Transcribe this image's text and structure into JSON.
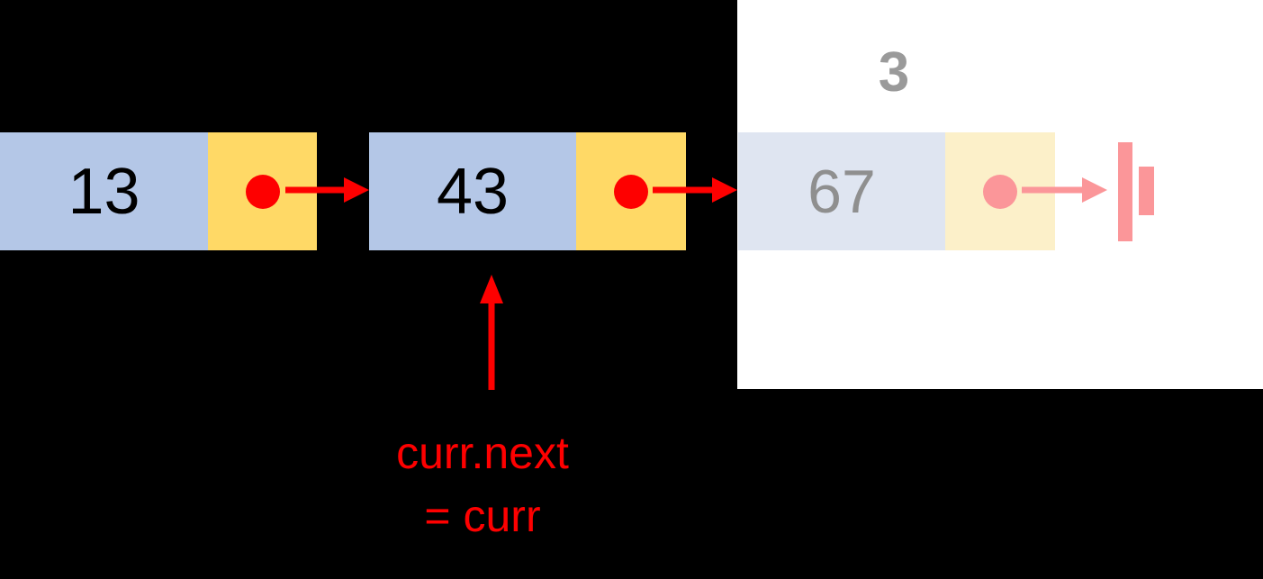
{
  "diagram": {
    "type": "singly-linked-list",
    "count_label": "3",
    "nodes": [
      {
        "value": "13",
        "state": "active",
        "pointer": "next-arrow"
      },
      {
        "value": "43",
        "state": "current",
        "pointer": "next-arrow"
      },
      {
        "value": "67",
        "state": "faded",
        "pointer": "null-terminator"
      }
    ],
    "annotation": {
      "line1": "curr.next",
      "line2": "= curr",
      "target_node_value": "43"
    }
  },
  "colors": {
    "background": "#000000",
    "panel": "#ffffff",
    "node_value_bg": "#b4c7e7",
    "node_pointer_bg": "#ffd966",
    "accent_red": "#fe0000",
    "faded_value_bg": "#dfe5f1",
    "faded_pointer_bg": "#fcf0c9",
    "faded_red": "#fb9699",
    "value_text": "#000000",
    "faded_value_text": "#8f8f8f",
    "count_text": "#9a9a9a"
  }
}
